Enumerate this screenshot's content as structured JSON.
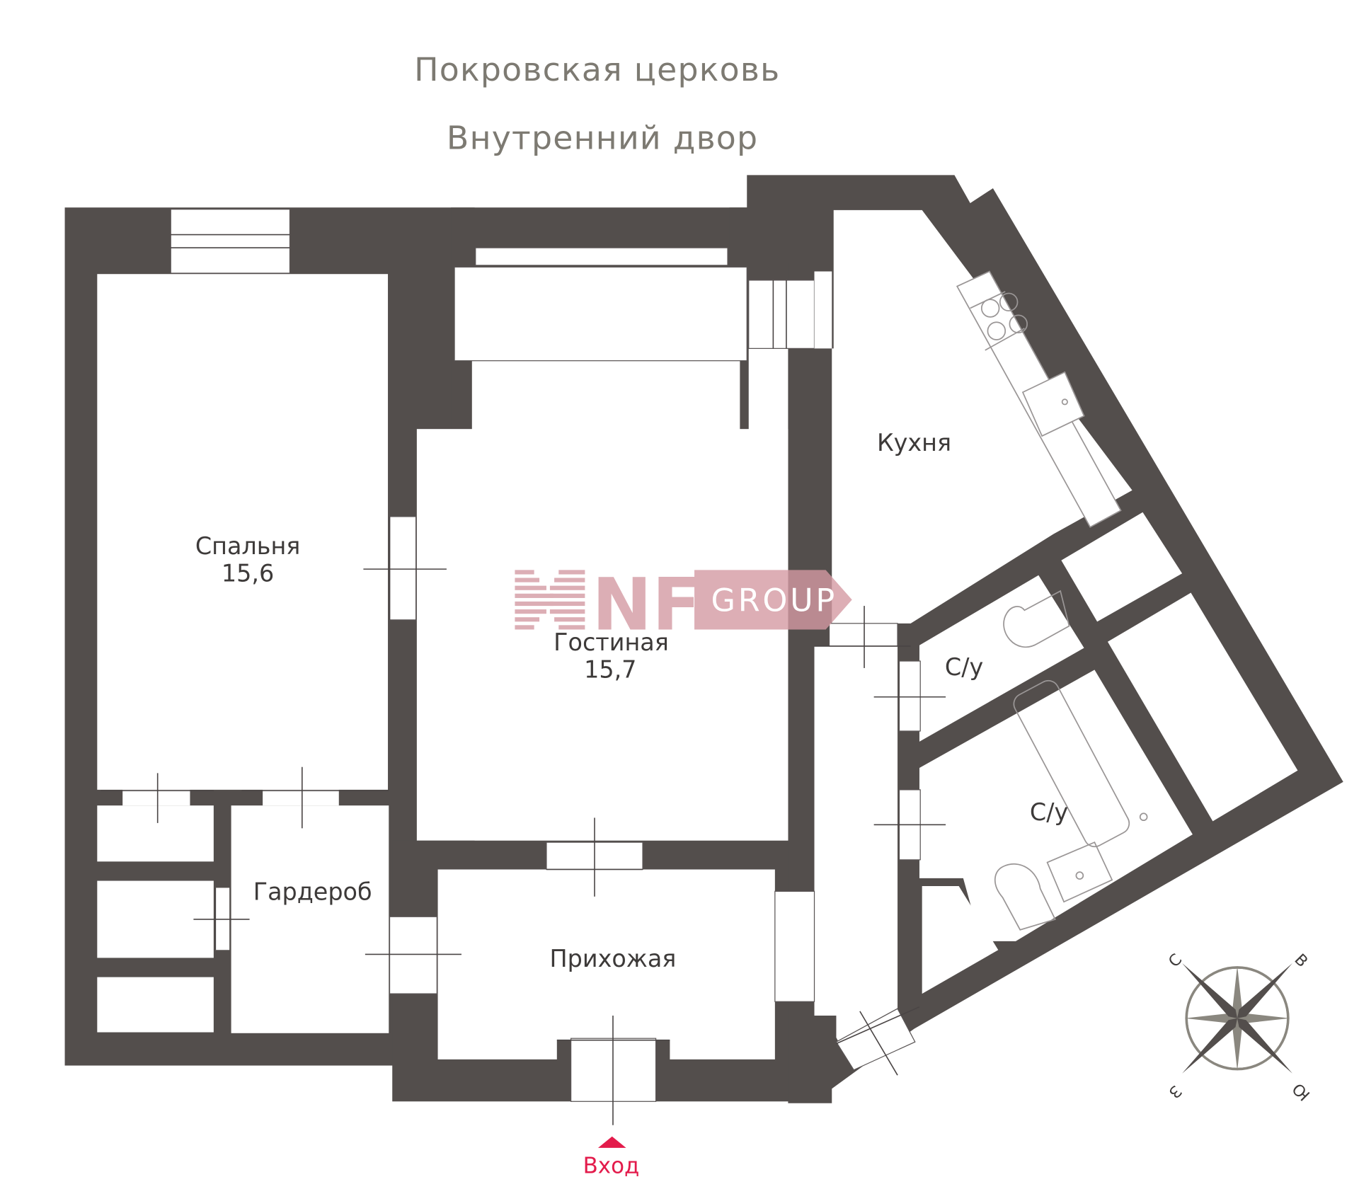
{
  "header": {
    "landmark_top": "Покровская церковь",
    "landmark_second": "Внутренний  двор"
  },
  "rooms": {
    "bedroom": {
      "name": "Спальня",
      "area": "15,6"
    },
    "living_room": {
      "name": "Гостиная",
      "area": "15,7"
    },
    "kitchen": {
      "name": "Кухня"
    },
    "wardrobe": {
      "name": "Гардероб"
    },
    "hallway": {
      "name": "Прихожая"
    },
    "bathroom_small": {
      "name": "С/у"
    },
    "bathroom_large": {
      "name": "С/у"
    }
  },
  "entrance": {
    "label": "Вход",
    "color": "#e31b4b"
  },
  "logo": {
    "mark": "NF",
    "text": "GROUP",
    "color": "#d49aa3"
  },
  "compass": {
    "north": "С",
    "east": "В",
    "south": "Ю",
    "west": "З"
  },
  "colors": {
    "wall": "#534e4c",
    "header_text": "#7d7a72",
    "label_text": "#3d3a39",
    "fixture_line": "#9a9696"
  }
}
